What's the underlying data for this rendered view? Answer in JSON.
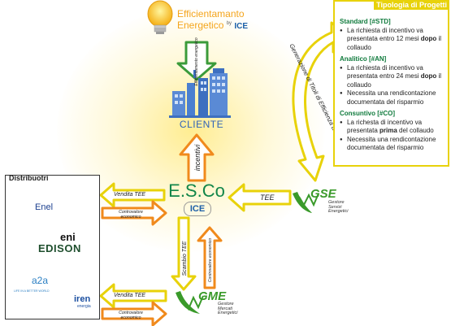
{
  "header": {
    "brand_title_line1": "Efficientamanto",
    "brand_title_line2": "Energetico",
    "brand_by": "by",
    "brand_ice": "ICE"
  },
  "labels": {
    "efficientamento_arrow": "Efficientamento energetico",
    "cliente": "CLIENTE",
    "incentivi": "incentivi",
    "esco": "E.S.Co",
    "esco_ice": "ICE",
    "generazione": "Generazione di Titoli di Efficienza Energetica",
    "tee": "TEE",
    "gse": "GSE",
    "gse_sub": "Gestore Servizi Energetici",
    "gme": "GME",
    "gme_sub": "Gestore Mercati Energetici",
    "scambio_tee": "Scambio TEE",
    "controvalore": "Controvalore economico",
    "vendita_tee_top": "Vendita TEE",
    "controvalore_top": "Controvalore economico",
    "vendita_tee_bottom": "Vendita TEE",
    "controvalore_bottom": "Controvalore economico"
  },
  "tipologia": {
    "title": "Tipologia di Progetti",
    "standard_head": "Standard [#STD]",
    "standard_b1_pre": "La richiesta di incentivo va presentata entro 12 mesi ",
    "standard_b1_bold": "dopo",
    "standard_b1_post": " il collaudo",
    "analitico_head": "Analitico [#AN]",
    "analitico_b1_pre": "La richiesta di incentivo va presentata entro 24 mesi ",
    "analitico_b1_bold": "dopo",
    "analitico_b1_post": " il collaudo",
    "analitico_b2": "Necessita una rendicontazione documentata del risparmio",
    "consuntivo_head": "Consuntivo [#CO]",
    "consuntivo_b1_pre": "La richesta di incentivo va presentata ",
    "consuntivo_b1_bold": "prima",
    "consuntivo_b1_post": " del collaudo",
    "consuntivo_b2": "Necessita una rendicontazione documentata del risparmio"
  },
  "distributori": {
    "title": "Distribuotri",
    "enel": "Enel",
    "eni": "eni",
    "edison": "EDISON",
    "a2a": "a2a",
    "a2a_sub": "LIFE IN A BETTER WORLD",
    "iren": "iren",
    "iren_sub": "energia"
  },
  "colors": {
    "arrow_green": "#3b9b3a",
    "arrow_orange": "#f08a1c",
    "arrow_yellow": "#e8d20a",
    "esco_green": "#12864a",
    "gse_green": "#3a9a2a",
    "building_blue": "#4a7fd0",
    "enel_red": "#d12a2a",
    "eni_yellow": "#f5d400",
    "edison_green": "#1f8a4a",
    "a2a_blue": "#2b7fc3",
    "iren_blue": "#1b4fa0"
  }
}
